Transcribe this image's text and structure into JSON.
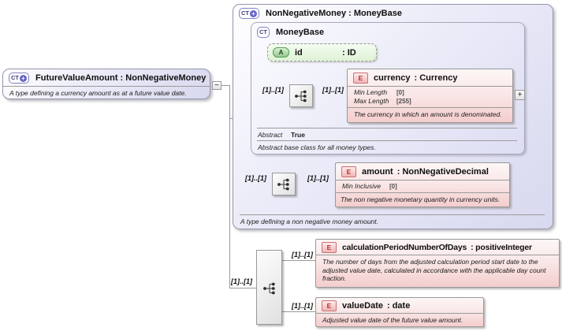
{
  "colors": {
    "lavender_box": "#e3e3f4",
    "pink_box": "#f8dcdc",
    "green_box": "#e4f4da",
    "gray_bar": "#ececec",
    "border_gray": "#999999",
    "icon_purple": "#6565c8",
    "icon_red": "#b03030",
    "icon_green": "#56a056",
    "line": "#9a9a9a"
  },
  "icons": {
    "complex_type": "CT",
    "attribute": "A",
    "element": "E",
    "plus": "+",
    "expand": "+",
    "minus": "−"
  },
  "cardinality": "[1]..[1]",
  "future_value_amount": {
    "title": "FutureValueAmount : NonNegativeMoney",
    "description": "A type defining a currency amount as at a future value date."
  },
  "non_negative_money": {
    "title": "NonNegativeMoney : MoneyBase",
    "description": "A type defining a non negative money amount.",
    "money_base": {
      "title": "MoneyBase",
      "id_attribute": {
        "name": "id",
        "type": ": ID"
      },
      "currency": {
        "name": "currency",
        "type": ": Currency",
        "facets": [
          {
            "name": "Min Length",
            "value": "[0]"
          },
          {
            "name": "Max Length",
            "value": "[255]"
          }
        ],
        "description": "The currency in which an amount is denominated."
      },
      "facets": [
        {
          "name": "Abstract",
          "value": "True"
        }
      ],
      "description": "Abstract base class for all money types."
    },
    "amount": {
      "name": "amount",
      "type": ": NonNegativeDecimal",
      "facets": [
        {
          "name": "Min Inclusive",
          "value": "[0]"
        }
      ],
      "description": "The non negative monetary quantity in currency units."
    }
  },
  "future_value_elements": {
    "calculation_period_number_of_days": {
      "name": "calculationPeriodNumberOfDays",
      "type": ": positiveInteger",
      "description": "The number of days from the adjusted calculation period start date to the adjusted value date, calculated in accordance with the applicable day count fraction."
    },
    "value_date": {
      "name": "valueDate",
      "type": ": date",
      "description": "Adjusted value date of the future value amount."
    }
  }
}
